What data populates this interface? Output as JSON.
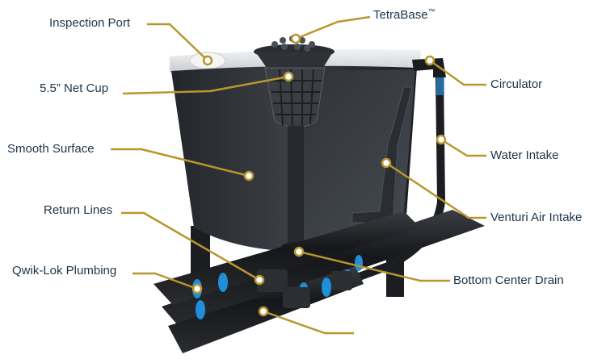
{
  "colors": {
    "callout_line": "#b8962e",
    "label_text": "#1d3448",
    "tank_body": "#2b2e33",
    "lid": "#e6e8ea",
    "qwik_lok_ring": "#1e8fd8"
  },
  "labels": {
    "inspection_port": "Inspection Port",
    "tetrabase": "TetraBase",
    "tetrabase_mark": "™",
    "net_cup": "5.5” Net Cup",
    "circulator": "Circulator",
    "smooth_surface": "Smooth Surface",
    "water_intake": "Water Intake",
    "return_lines": "Return Lines",
    "venturi_air_intake": "Venturi Air Intake",
    "qwik_lok_plumbing": "Qwik-Lok Plumbing",
    "bottom_center_drain": "Bottom Center Drain"
  }
}
